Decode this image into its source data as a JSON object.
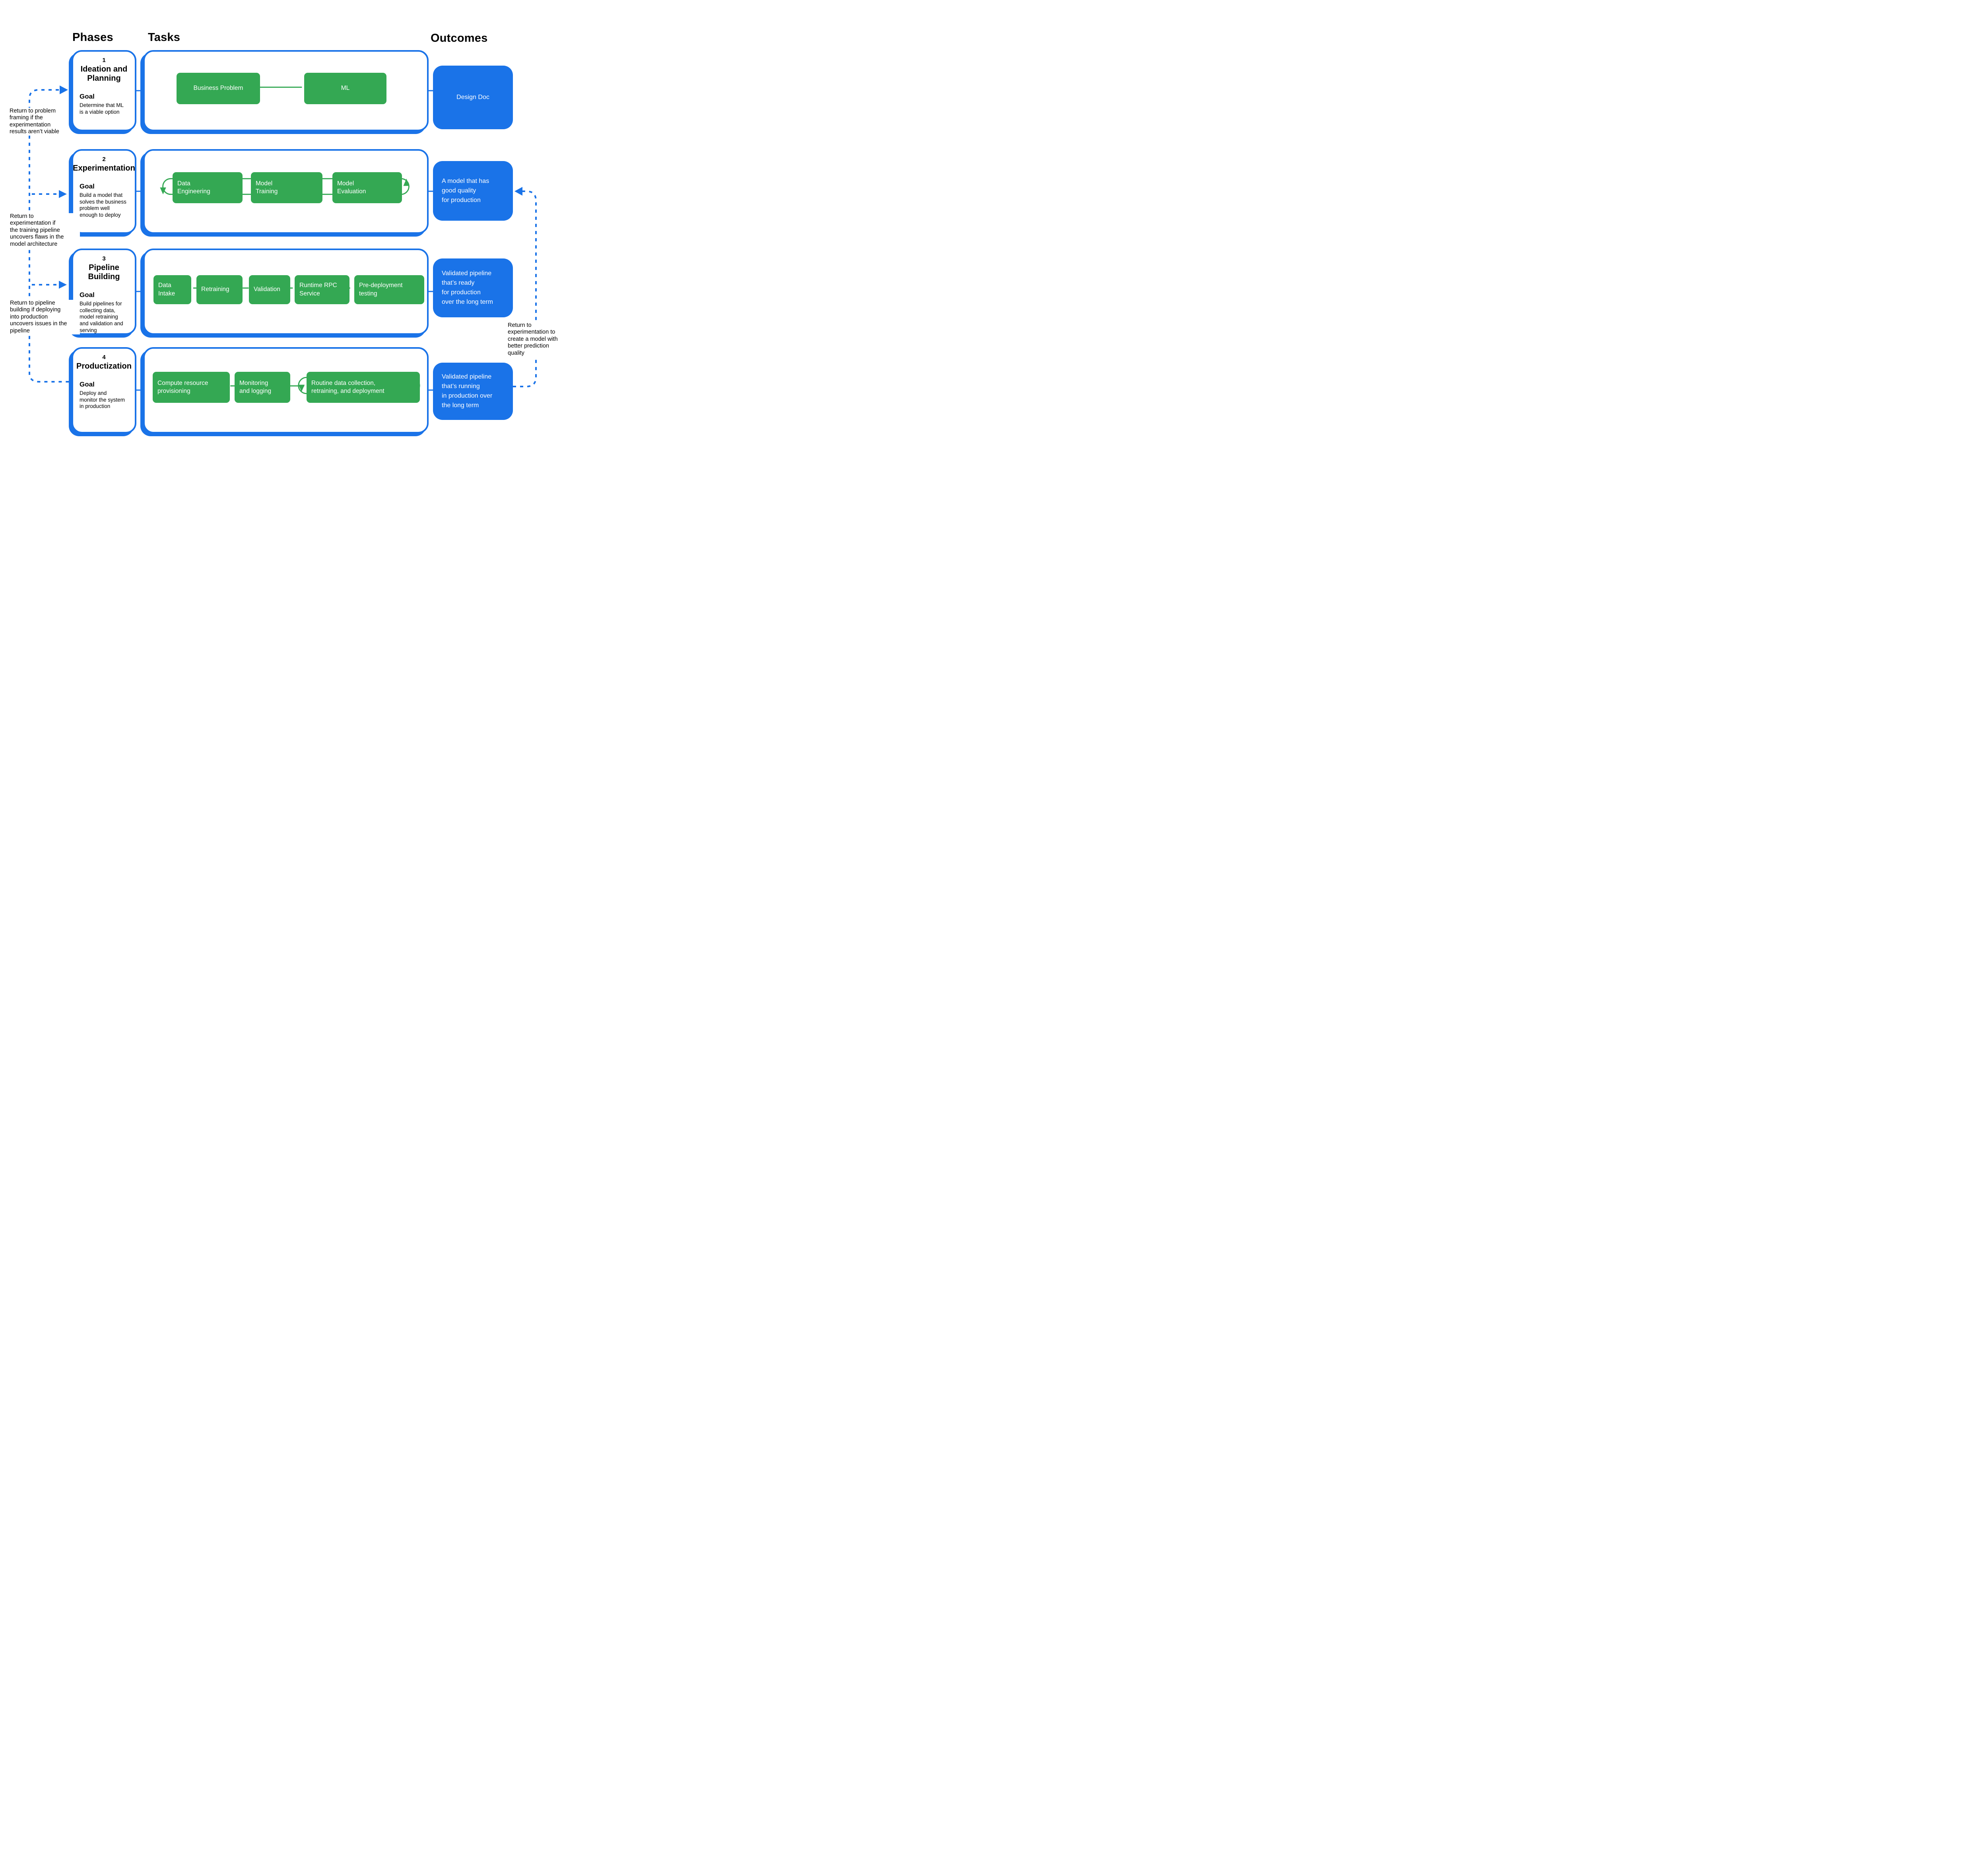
{
  "headers": {
    "phases": "Phases",
    "tasks": "Tasks",
    "outcomes": "Outcomes"
  },
  "phases": [
    {
      "number": "1",
      "title": "Ideation and\nPlanning",
      "goal_label": "Goal",
      "goal": "Determine that ML\nis a viable option"
    },
    {
      "number": "2",
      "title": "Experimentation",
      "goal_label": "Goal",
      "goal": "Build a model that\nsolves the business\nproblem well\nenough to deploy"
    },
    {
      "number": "3",
      "title": "Pipeline Building",
      "goal_label": "Goal",
      "goal": "Build pipelines for\ncollecting data,\nmodel retraining\nand validation and\nserving"
    },
    {
      "number": "4",
      "title": "Productization",
      "goal_label": "Goal",
      "goal": "Deploy and\nmonitor the system\nin production"
    }
  ],
  "tasks_rows": [
    [
      "Business Problem",
      "ML"
    ],
    [
      "Data\nEngineering",
      "Model\nTraining",
      "Model\nEvaluation"
    ],
    [
      "Data\nIntake",
      "Retraining",
      "Validation",
      "Runtime RPC\nService",
      "Pre-deployment\ntesting"
    ],
    [
      "Compute resource\nprovisioning",
      "Monitoring\nand logging",
      "Routine data collection,\nretraining, and deployment"
    ]
  ],
  "outcomes": [
    "Design Doc",
    "A model that has\ngood quality\nfor production",
    "Validated pipeline\nthat’s ready\nfor production\nover the long term",
    "Validated pipeline\nthat’s running\nin production over\nthe long term"
  ],
  "annotations": {
    "left1": "Return to problem\nframing if the\nexperimentation\nresults aren’t viable",
    "left2": "Return to\nexperimentation if\nthe training pipeline\nuncovers flaws in the\nmodel architecture",
    "left3": "Return to pipeline\nbuilding if deploying\ninto production\nuncovers issues in the\npipeline",
    "right1": "Return to\nexperimentation to\ncreate a model with\nbetter prediction\nquality"
  },
  "colors": {
    "blue": "#1A73E8",
    "green": "#34A853",
    "text": "#000000"
  }
}
